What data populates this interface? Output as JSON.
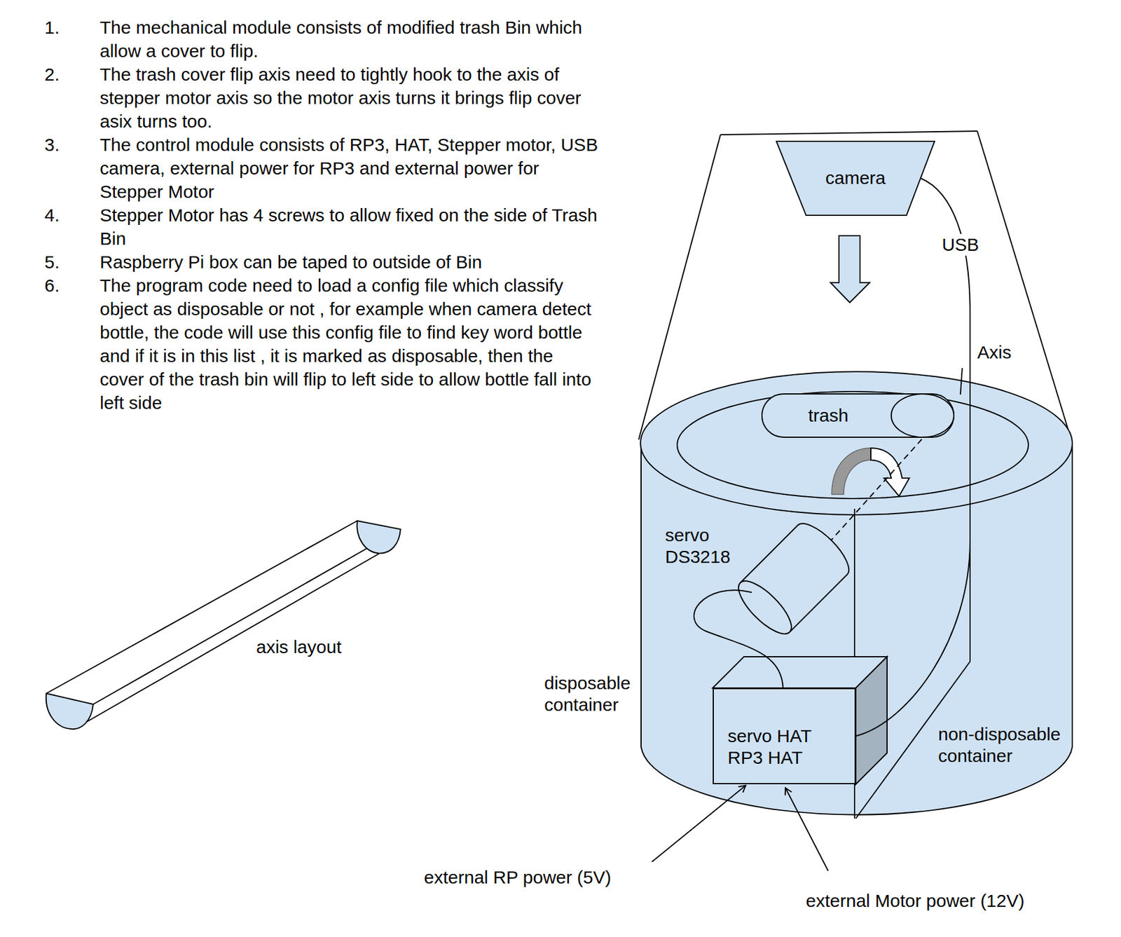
{
  "diagram": {
    "nodes": [
      {
        "text": [
          "camera"
        ]
      },
      {
        "text": [
          "trash"
        ]
      },
      {
        "text": [
          "servo HAT",
          "RP3 HAT"
        ]
      }
    ],
    "edges": [
      {
        "from": 0,
        "to": 2,
        "label": "USB",
        "arrow": "none"
      }
    ],
    "labels": [
      "1.",
      "The mechanical module consists of modified trash Bin which allow a cover to flip.",
      "2.",
      "The trash cover flip axis need to tightly hook to the axis of stepper motor axis so the motor axis turns it brings flip cover asix turns too.",
      "3.",
      "The control module consists of RP3, HAT, Stepper motor, USB camera, external power for RP3 and external power for Stepper Motor",
      "4.",
      "Stepper Motor has 4 screws to allow fixed on the side of Trash Bin",
      "5.",
      "Raspberry Pi box can be taped to outside of Bin",
      "6.",
      "The program code need to load a config file which classify object as disposable or not , for example when camera detect bottle, the code will use this config file to find key word bottle and if it is in this list , it is marked as disposable, then the cover of the trash bin will flip to left side to allow bottle fall into left side",
      "Axis",
      "servo DS3218",
      "axis layout",
      "disposable container",
      "non-disposable container",
      "external RP power (5V)",
      "external Motor power (12V)"
    ]
  }
}
